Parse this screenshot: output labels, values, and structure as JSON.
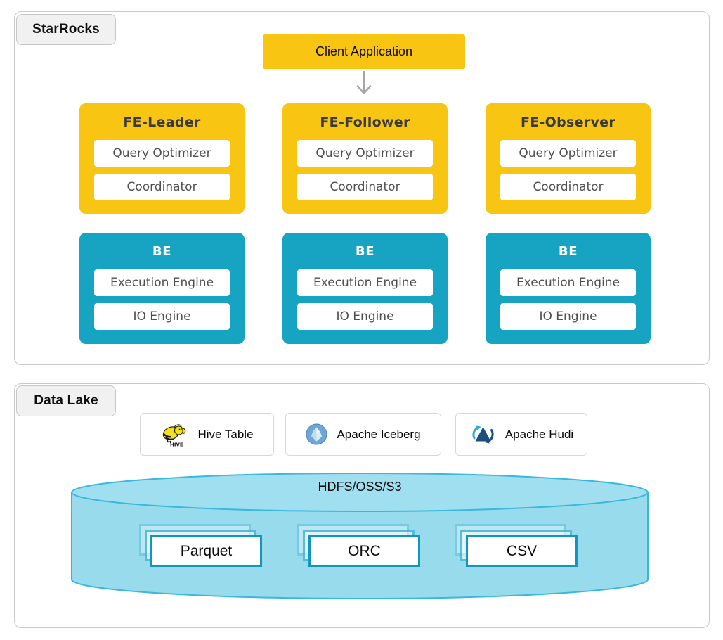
{
  "starrocks": {
    "tag": "StarRocks",
    "client_application": "Client Application",
    "fe_nodes": [
      {
        "title": "FE-Leader",
        "components": [
          "Query Optimizer",
          "Coordinator"
        ]
      },
      {
        "title": "FE-Follower",
        "components": [
          "Query Optimizer",
          "Coordinator"
        ]
      },
      {
        "title": "FE-Observer",
        "components": [
          "Query Optimizer",
          "Coordinator"
        ]
      }
    ],
    "be_nodes": [
      {
        "title": "BE",
        "components": [
          "Execution Engine",
          "IO Engine"
        ]
      },
      {
        "title": "BE",
        "components": [
          "Execution Engine",
          "IO Engine"
        ]
      },
      {
        "title": "BE",
        "components": [
          "Execution Engine",
          "IO Engine"
        ]
      }
    ]
  },
  "data_lake": {
    "tag": "Data Lake",
    "catalogs": [
      {
        "label": "Hive Table",
        "icon": "hive-icon"
      },
      {
        "label": "Apache Iceberg",
        "icon": "iceberg-icon"
      },
      {
        "label": "Apache Hudi",
        "icon": "hudi-icon"
      }
    ],
    "storage": {
      "label": "HDFS/OSS/S3",
      "file_formats": [
        "Parquet",
        "ORC",
        "CSV"
      ]
    }
  },
  "colors": {
    "accent_yellow": "#f8c513",
    "accent_teal": "#17a4c3",
    "cylinder_fill": "#97dbed",
    "cylinder_stroke": "#3ab8da",
    "card_border": "#1296bd",
    "arrow_gray": "#a6a6a6"
  }
}
